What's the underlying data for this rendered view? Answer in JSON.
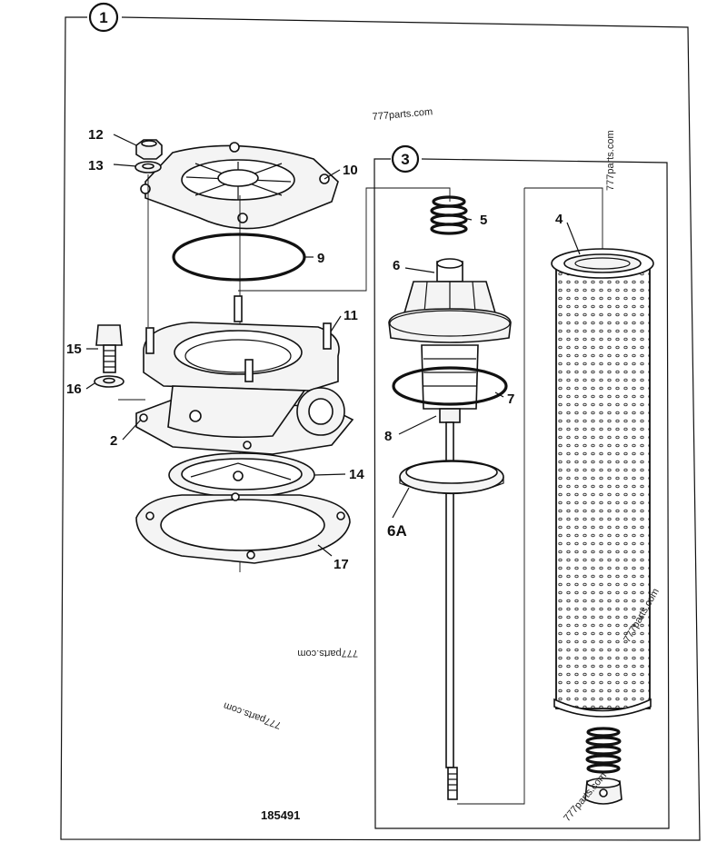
{
  "frame": {
    "main_badge": "1",
    "inset_badge": "3"
  },
  "callouts": {
    "p2": "2",
    "p4": "4",
    "p5": "5",
    "p6": "6",
    "p6a": "6A",
    "p7": "7",
    "p8": "8",
    "p9": "9",
    "p10": "10",
    "p11": "11",
    "p12": "12",
    "p13": "13",
    "p14": "14",
    "p15": "15",
    "p16": "16",
    "p17": "17"
  },
  "watermarks": {
    "w1": "777parts.com",
    "w2": "777parts.com",
    "w3": "777parts.com",
    "w4": "777parts.com",
    "w5": "777parts.com",
    "w6": "777parts.com"
  },
  "drawing_ref": "185491"
}
